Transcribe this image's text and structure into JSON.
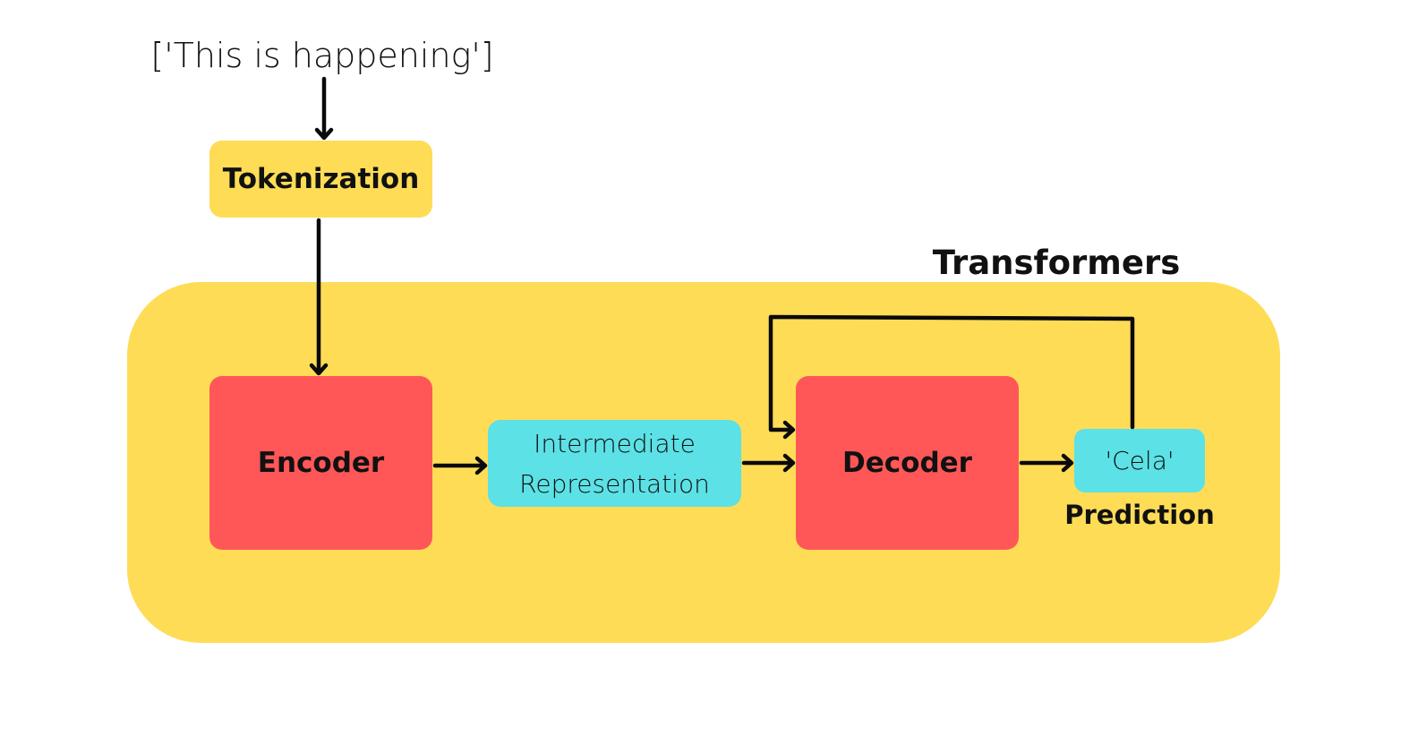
{
  "input": {
    "text": "['This is happening']"
  },
  "tokenization": {
    "label": "Tokenization"
  },
  "transformers": {
    "label": "Transformers"
  },
  "encoder": {
    "label": "Encoder"
  },
  "intermediate": {
    "line1": "Intermediate",
    "line2": "Representation"
  },
  "decoder": {
    "label": "Decoder"
  },
  "prediction": {
    "value": "'Cela'",
    "label": "Prediction"
  },
  "colors": {
    "yellow": "#FEDC56",
    "red": "#FF5757",
    "cyan": "#5CE1E6",
    "arrow": "#0a0a0a",
    "text": "#111111"
  }
}
